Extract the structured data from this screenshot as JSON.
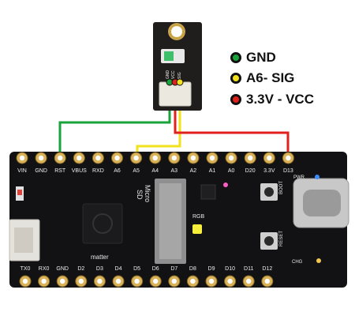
{
  "legend": [
    {
      "label": "GND",
      "color": "#1aa33a"
    },
    {
      "label": "A6- SIG",
      "color": "#f2e21b"
    },
    {
      "label": "3.3V - VCC",
      "color": "#e0211c"
    }
  ],
  "sensor": {
    "pins": [
      "GND",
      "VCC",
      "SIG"
    ]
  },
  "board": {
    "top_pins": [
      "VIN",
      "GND",
      "RST",
      "VBUS",
      "RXD",
      "A6",
      "A5",
      "A4",
      "A3",
      "A2",
      "A1",
      "A0",
      "D20",
      "3.3V",
      "D13"
    ],
    "bottom_pins": [
      "TX0",
      "RX0",
      "GND",
      "D2",
      "D3",
      "D4",
      "D5",
      "D6",
      "D7",
      "D8",
      "D9",
      "D10",
      "D11",
      "D12"
    ],
    "labels": {
      "micro": "Micro",
      "sd": "SD",
      "rgb": "RGB",
      "boot": "BOOT",
      "reset": "RESET",
      "pwr": "PWR",
      "chg": "CHG",
      "matter": "matter"
    }
  },
  "wire_colors": {
    "gnd": "#1aa33a",
    "sig": "#f2e21b",
    "vcc": "#e0211c"
  }
}
